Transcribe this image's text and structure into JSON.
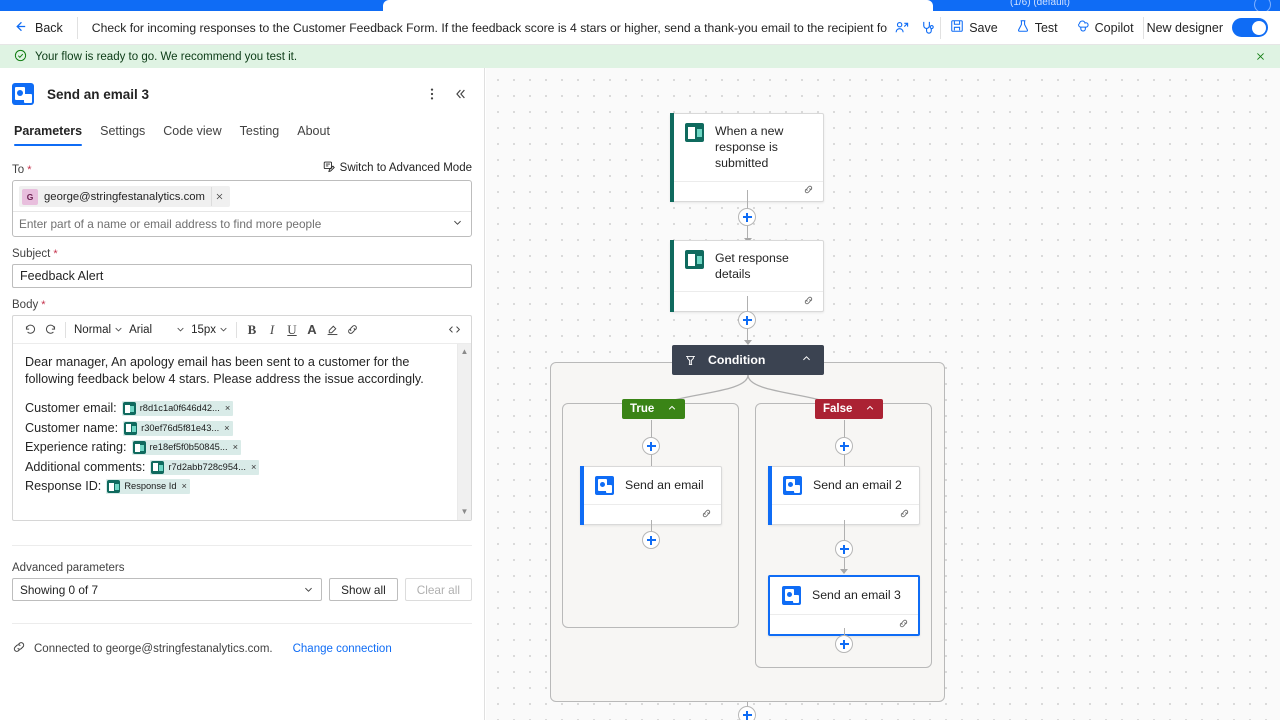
{
  "topbar": {
    "tab_label": "(1/6) (default)"
  },
  "command_bar": {
    "back_label": "Back",
    "flow_description": "Check for incoming responses to the Customer Feedback Form. If the feedback score is 4 stars or higher, send a thank-you email to the recipient for their business. For scores belov",
    "save_label": "Save",
    "test_label": "Test",
    "copilot_label": "Copilot",
    "new_designer_label": "New designer",
    "new_designer_on": true
  },
  "notification": {
    "text": "Your flow is ready to go. We recommend you test it.",
    "background": "#dff3e3",
    "icon_color": "#107c10"
  },
  "panel": {
    "title": "Send an email 3",
    "tabs": [
      {
        "label": "Parameters",
        "active": true
      },
      {
        "label": "Settings",
        "active": false
      },
      {
        "label": "Code view",
        "active": false
      },
      {
        "label": "Testing",
        "active": false
      },
      {
        "label": "About",
        "active": false
      }
    ],
    "to": {
      "label": "To",
      "required": true,
      "advanced_mode_label": "Switch to Advanced Mode",
      "chip_initial": "G",
      "chip_email": "george@stringfestanalytics.com",
      "placeholder": "Enter part of a name or email address to find more people"
    },
    "subject": {
      "label": "Subject",
      "required": true,
      "value": "Feedback Alert"
    },
    "body": {
      "label": "Body",
      "required": true,
      "toolbar": {
        "style": "Normal",
        "font": "Arial",
        "size": "15px"
      },
      "paragraph": "Dear manager, An apology email has been sent to a customer for the following feedback below 4 stars. Please address the issue accordingly.",
      "fields": [
        {
          "label": "Customer email:",
          "token": "r8d1c1a0f646d42..."
        },
        {
          "label": "Customer name:",
          "token": "r30ef76d5f81e43..."
        },
        {
          "label": "Experience rating:",
          "token": "re18ef5f0b50845..."
        },
        {
          "label": "Additional comments:",
          "token": "r7d2abb728c954..."
        },
        {
          "label": "Response ID:",
          "token": "Response Id"
        }
      ]
    },
    "advanced_parameters": {
      "label": "Advanced parameters",
      "selected": "Showing 0 of 7",
      "show_all_label": "Show all",
      "clear_all_label": "Clear all"
    },
    "connection": {
      "text": "Connected to george@stringfestanalytics.com.",
      "change_label": "Change connection"
    }
  },
  "canvas": {
    "nodes": [
      {
        "id": "trigger",
        "title": "When a new response is submitted",
        "icon": "forms-icon",
        "accent": "#0f6a5e",
        "selected": false
      },
      {
        "id": "get-response",
        "title": "Get response details",
        "icon": "forms-icon",
        "accent": "#0f6a5e",
        "selected": false
      },
      {
        "id": "send-email-1",
        "title": "Send an email",
        "icon": "outlook-icon",
        "accent": "#0f6cf5",
        "selected": false
      },
      {
        "id": "send-email-2",
        "title": "Send an email 2",
        "icon": "outlook-icon",
        "accent": "#0f6cf5",
        "selected": false
      },
      {
        "id": "send-email-3",
        "title": "Send an email 3",
        "icon": "outlook-icon",
        "accent": "#0f6cf5",
        "selected": true
      }
    ],
    "condition": {
      "title": "Condition",
      "header_color": "#3b4351"
    },
    "branches": [
      {
        "label": "True",
        "color": "#3a8416"
      },
      {
        "label": "False",
        "color": "#ab2233"
      }
    ]
  }
}
